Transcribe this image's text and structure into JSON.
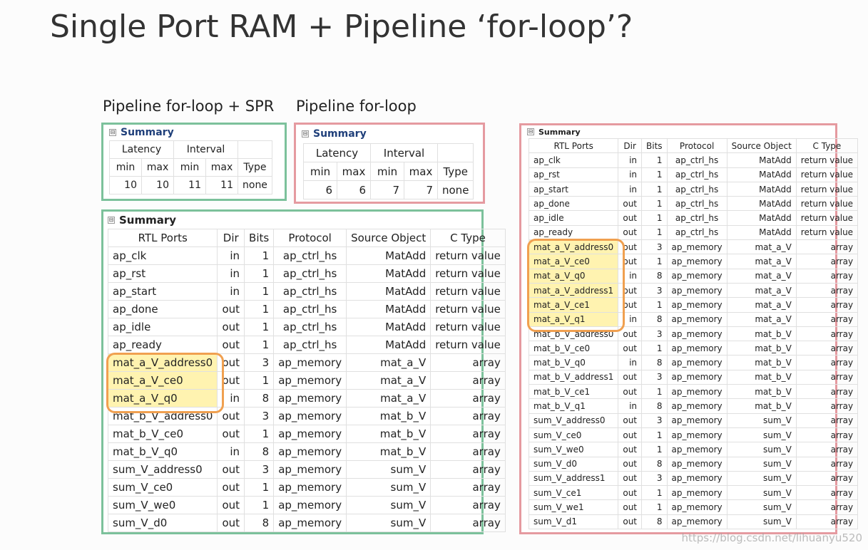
{
  "title": "Single Port RAM + Pipeline ‘for-loop’?",
  "captions": {
    "left": "Pipeline for-loop + SPR",
    "middle": "Pipeline for-loop"
  },
  "summary_label": "Summary",
  "toggle_glyph": "⊟",
  "perf_headers": {
    "latency": "Latency",
    "interval": "Interval",
    "min": "min",
    "max": "max",
    "type": "Type"
  },
  "perf_spr": {
    "lat_min": "10",
    "lat_max": "10",
    "int_min": "11",
    "int_max": "11",
    "type": "none"
  },
  "perf_pipe": {
    "lat_min": "6",
    "lat_max": "6",
    "int_min": "7",
    "int_max": "7",
    "type": "none"
  },
  "port_headers": [
    "RTL Ports",
    "Dir",
    "Bits",
    "Protocol",
    "Source Object",
    "C Type"
  ],
  "ports_spr": [
    [
      "ap_clk",
      "in",
      "1",
      "ap_ctrl_hs",
      "MatAdd",
      "return value"
    ],
    [
      "ap_rst",
      "in",
      "1",
      "ap_ctrl_hs",
      "MatAdd",
      "return value"
    ],
    [
      "ap_start",
      "in",
      "1",
      "ap_ctrl_hs",
      "MatAdd",
      "return value"
    ],
    [
      "ap_done",
      "out",
      "1",
      "ap_ctrl_hs",
      "MatAdd",
      "return value"
    ],
    [
      "ap_idle",
      "out",
      "1",
      "ap_ctrl_hs",
      "MatAdd",
      "return value"
    ],
    [
      "ap_ready",
      "out",
      "1",
      "ap_ctrl_hs",
      "MatAdd",
      "return value"
    ],
    [
      "mat_a_V_address0",
      "out",
      "3",
      "ap_memory",
      "mat_a_V",
      "array"
    ],
    [
      "mat_a_V_ce0",
      "out",
      "1",
      "ap_memory",
      "mat_a_V",
      "array"
    ],
    [
      "mat_a_V_q0",
      "in",
      "8",
      "ap_memory",
      "mat_a_V",
      "array"
    ],
    [
      "mat_b_V_address0",
      "out",
      "3",
      "ap_memory",
      "mat_b_V",
      "array"
    ],
    [
      "mat_b_V_ce0",
      "out",
      "1",
      "ap_memory",
      "mat_b_V",
      "array"
    ],
    [
      "mat_b_V_q0",
      "in",
      "8",
      "ap_memory",
      "mat_b_V",
      "array"
    ],
    [
      "sum_V_address0",
      "out",
      "3",
      "ap_memory",
      "sum_V",
      "array"
    ],
    [
      "sum_V_ce0",
      "out",
      "1",
      "ap_memory",
      "sum_V",
      "array"
    ],
    [
      "sum_V_we0",
      "out",
      "1",
      "ap_memory",
      "sum_V",
      "array"
    ],
    [
      "sum_V_d0",
      "out",
      "8",
      "ap_memory",
      "sum_V",
      "array"
    ]
  ],
  "ports_pipe": [
    [
      "ap_clk",
      "in",
      "1",
      "ap_ctrl_hs",
      "MatAdd",
      "return value"
    ],
    [
      "ap_rst",
      "in",
      "1",
      "ap_ctrl_hs",
      "MatAdd",
      "return value"
    ],
    [
      "ap_start",
      "in",
      "1",
      "ap_ctrl_hs",
      "MatAdd",
      "return value"
    ],
    [
      "ap_done",
      "out",
      "1",
      "ap_ctrl_hs",
      "MatAdd",
      "return value"
    ],
    [
      "ap_idle",
      "out",
      "1",
      "ap_ctrl_hs",
      "MatAdd",
      "return value"
    ],
    [
      "ap_ready",
      "out",
      "1",
      "ap_ctrl_hs",
      "MatAdd",
      "return value"
    ],
    [
      "mat_a_V_address0",
      "out",
      "3",
      "ap_memory",
      "mat_a_V",
      "array"
    ],
    [
      "mat_a_V_ce0",
      "out",
      "1",
      "ap_memory",
      "mat_a_V",
      "array"
    ],
    [
      "mat_a_V_q0",
      "in",
      "8",
      "ap_memory",
      "mat_a_V",
      "array"
    ],
    [
      "mat_a_V_address1",
      "out",
      "3",
      "ap_memory",
      "mat_a_V",
      "array"
    ],
    [
      "mat_a_V_ce1",
      "out",
      "1",
      "ap_memory",
      "mat_a_V",
      "array"
    ],
    [
      "mat_a_V_q1",
      "in",
      "8",
      "ap_memory",
      "mat_a_V",
      "array"
    ],
    [
      "mat_b_V_address0",
      "out",
      "3",
      "ap_memory",
      "mat_b_V",
      "array"
    ],
    [
      "mat_b_V_ce0",
      "out",
      "1",
      "ap_memory",
      "mat_b_V",
      "array"
    ],
    [
      "mat_b_V_q0",
      "in",
      "8",
      "ap_memory",
      "mat_b_V",
      "array"
    ],
    [
      "mat_b_V_address1",
      "out",
      "3",
      "ap_memory",
      "mat_b_V",
      "array"
    ],
    [
      "mat_b_V_ce1",
      "out",
      "1",
      "ap_memory",
      "mat_b_V",
      "array"
    ],
    [
      "mat_b_V_q1",
      "in",
      "8",
      "ap_memory",
      "mat_b_V",
      "array"
    ],
    [
      "sum_V_address0",
      "out",
      "3",
      "ap_memory",
      "sum_V",
      "array"
    ],
    [
      "sum_V_ce0",
      "out",
      "1",
      "ap_memory",
      "sum_V",
      "array"
    ],
    [
      "sum_V_we0",
      "out",
      "1",
      "ap_memory",
      "sum_V",
      "array"
    ],
    [
      "sum_V_d0",
      "out",
      "8",
      "ap_memory",
      "sum_V",
      "array"
    ],
    [
      "sum_V_address1",
      "out",
      "3",
      "ap_memory",
      "sum_V",
      "array"
    ],
    [
      "sum_V_ce1",
      "out",
      "1",
      "ap_memory",
      "sum_V",
      "array"
    ],
    [
      "sum_V_we1",
      "out",
      "1",
      "ap_memory",
      "sum_V",
      "array"
    ],
    [
      "sum_V_d1",
      "out",
      "8",
      "ap_memory",
      "sum_V",
      "array"
    ]
  ],
  "highlighted_rows": {
    "spr": [
      6,
      7,
      8
    ],
    "pipe": [
      6,
      7,
      8,
      9,
      10,
      11
    ]
  },
  "colors": {
    "green_border": "#7cc19b",
    "red_border": "#e59aa0",
    "highlight_border": "#f0a050",
    "highlight_fill": "#fff3b0",
    "summary_blue": "#1f3f7a"
  },
  "watermark": "https://blog.csdn.net/lihuanyu520"
}
